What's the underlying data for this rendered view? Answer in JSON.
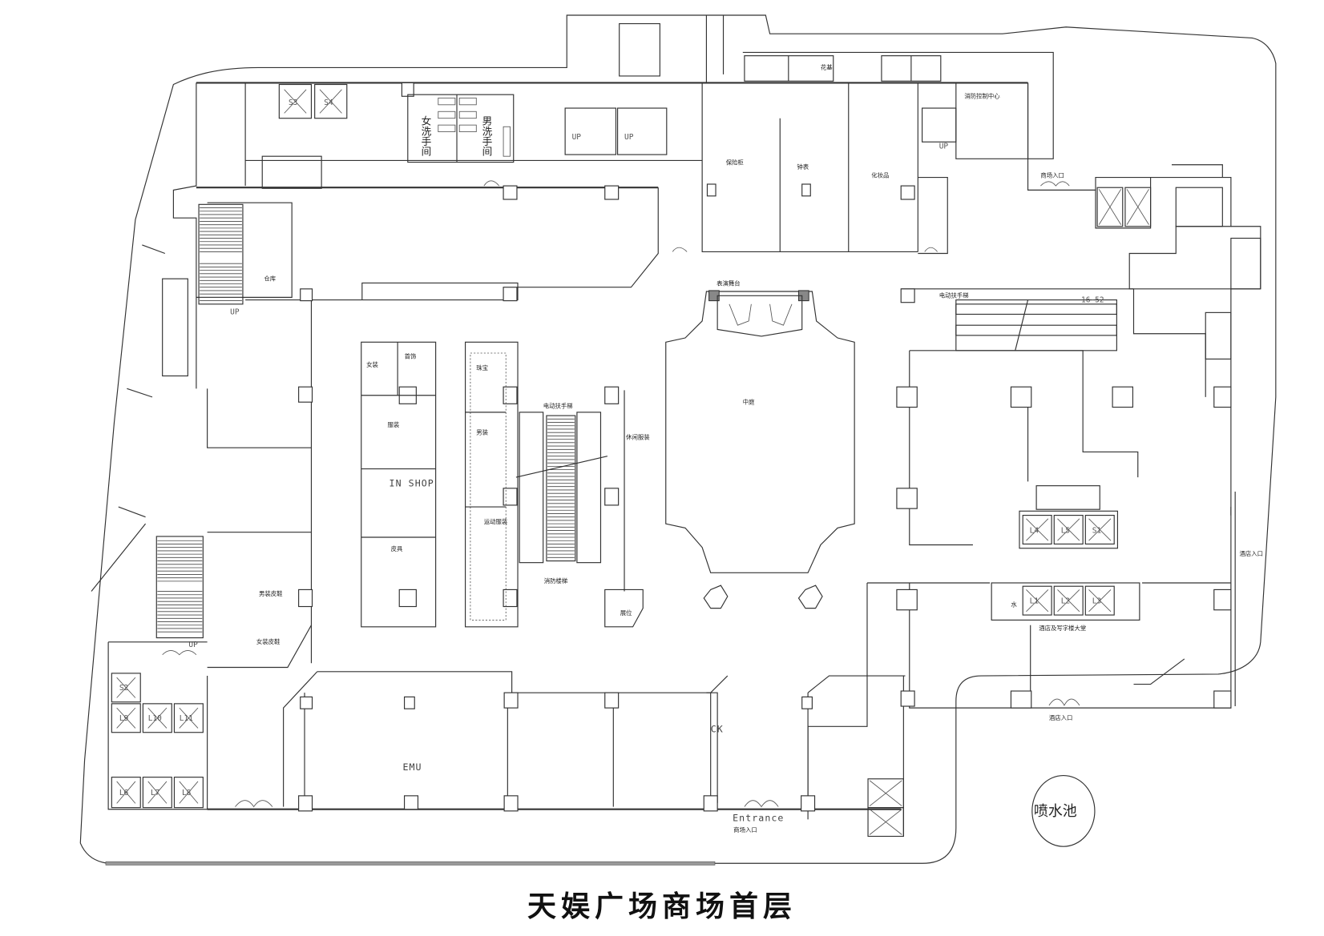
{
  "title": "天娱广场商场首层",
  "rooms": {
    "female_wc": "女洗手间",
    "male_wc": "男洗手间",
    "planter": "花基",
    "atrium": "中庭",
    "escalator": "电动扶手梯",
    "fire_stair": "消防楼梯",
    "in_shop": "IN SHOP",
    "emu": "EMU",
    "ck": "CK",
    "entrance_en": "Entrance",
    "mall_entrance": "商场入口",
    "hotel_entrance": "酒店入口",
    "hotel_entrance_side": "酒店入口",
    "mall_entrance_side": "商场入口",
    "hotel_office_lobby": "酒店及写字楼大堂",
    "fountain": "喷水池",
    "escalator_east": "电动扶手梯",
    "escalator_code": "16-52",
    "stage": "表演舞台",
    "control_center": "消防控制中心",
    "shop_a": "保险柜",
    "shop_b": "钟表",
    "shop_c": "化妆品",
    "shop_d": "皮具",
    "shop_e": "女装",
    "shop_f": "服装",
    "shop_g": "首饰",
    "shop_h": "珠宝",
    "shop_i": "男装",
    "shop_j": "休闲服装",
    "shop_k": "运动服装",
    "store_room": "仓库",
    "men_shoes": "男装皮鞋",
    "women_shoes": "女装皮鞋",
    "kiosk": "展位",
    "water": "水"
  },
  "labels": {
    "up": "UP"
  },
  "elevators": {
    "s3": "S3",
    "s4": "S4",
    "s2": "S2",
    "s1": "S1",
    "l1": "L1",
    "l2": "L2",
    "l3": "L3",
    "l4": "L4",
    "l5": "L5",
    "l6": "L6",
    "l7": "L7",
    "l8": "L8",
    "l9": "L9",
    "l10": "L10",
    "l11": "L11"
  }
}
